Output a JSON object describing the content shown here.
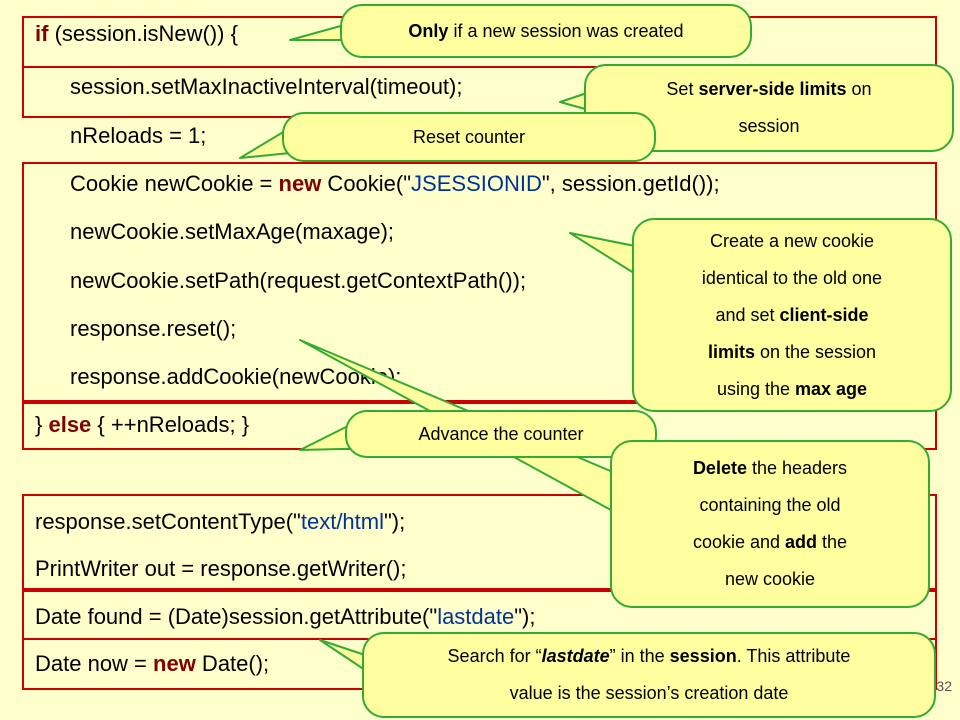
{
  "code": {
    "l1_kw": "if",
    "l1_rest": " (session.isNew()) {",
    "l2": "session.setMaxInactiveInterval(timeout);",
    "l3": "nReloads = 1;",
    "l4_a": "Cookie newCookie = ",
    "l4_kw": "new",
    "l4_b": " Cookie(\"",
    "l4_str": "JSESSIONID",
    "l4_c": "\", session.getId());",
    "l5": "newCookie.setMaxAge(maxage);",
    "l6": "newCookie.setPath(request.getContextPath());",
    "l7": "response.reset();",
    "l8": "response.addCookie(newCookie);",
    "l9_a": "} ",
    "l9_kw": "else",
    "l9_b": " { ++nReloads; }",
    "l10_a": "response.setContentType(\"",
    "l10_str": "text/html",
    "l10_b": "\");",
    "l11": "PrintWriter out = response.getWriter();",
    "l12_a": "Date found = (Date)session.getAttribute(\"",
    "l12_str": "lastdate",
    "l12_b": "\");",
    "l13_a": "Date now = ",
    "l13_kw": "new",
    "l13_b": " Date();"
  },
  "callouts": {
    "c1_b": "Only",
    "c1_rest": " if a new session was created",
    "c2_a": "Set ",
    "c2_b": "server-side limits",
    "c2_c": " on",
    "c2_d": "session",
    "c3": "Reset counter",
    "c4_l1": "Create a new cookie",
    "c4_l2": "identical to the old one",
    "c4_l3a": "and set ",
    "c4_l3b": "client-side",
    "c4_l4b": "limits",
    "c4_l4c": " on the session",
    "c4_l5a": "using the ",
    "c4_l5b": "max age",
    "c5": "Advance the counter",
    "c6_l1b": "Delete",
    "c6_l1c": " the headers",
    "c6_l2": "containing the old",
    "c6_l3a": "cookie and ",
    "c6_l3b": "add",
    "c6_l3c": " the",
    "c6_l4": "new cookie",
    "c7_l1a": "Search for “",
    "c7_l1b": "lastdate",
    "c7_l1c": "” in the ",
    "c7_l1d": "session",
    "c7_l1e": ". This attribute",
    "c7_l2": "value is the session’s creation date"
  },
  "page_number": "32",
  "colors": {
    "background": "#ffffcc",
    "frame": "#cc0000",
    "bubble_fill": "#ffffa0",
    "bubble_border": "#33aa33",
    "keyword": "#800000",
    "string": "#003399"
  }
}
